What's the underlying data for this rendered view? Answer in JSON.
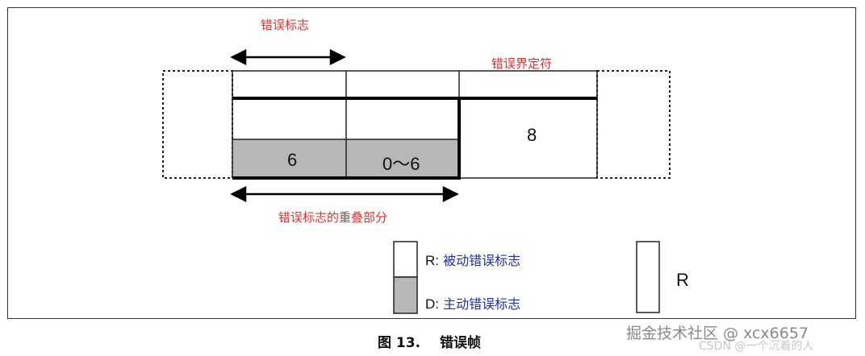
{
  "labels": {
    "error_flag": "错误标志",
    "error_delimiter": "错误界定符",
    "flag_overlap": "错误标志的重叠部分"
  },
  "cells": {
    "active_a": "6",
    "active_b": "0～6",
    "delimiter": "8"
  },
  "legend": {
    "passive_prefix": "R:",
    "passive_text": "被动错误标志",
    "active_prefix": "D:",
    "active_text": "主动错误标志",
    "recessive_symbol": "R"
  },
  "caption": {
    "fig": "图 13.",
    "title": "错误帧"
  },
  "watermark": {
    "line1": "掘金技术社区 @ xcx6657",
    "line2": "CSDN @一个沉着的人"
  },
  "colors": {
    "label_red": "#e03131",
    "legend_blue": "#1f2fb5",
    "shade": "#b7b7b7"
  }
}
